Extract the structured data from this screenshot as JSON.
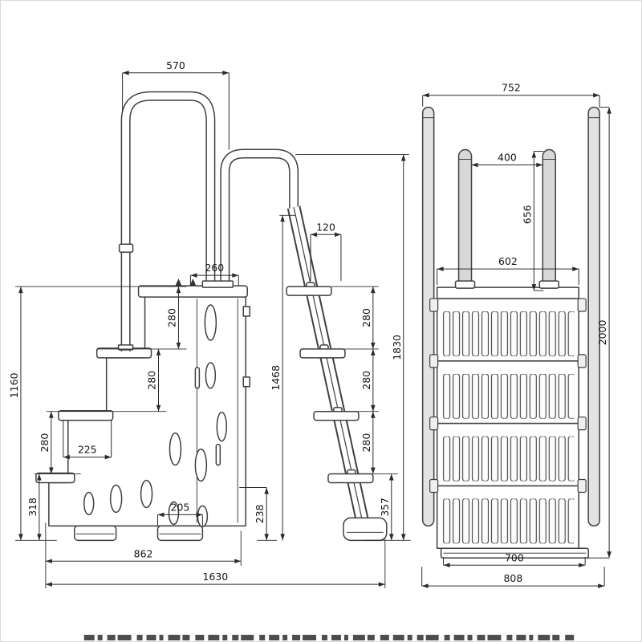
{
  "drawing": {
    "kind": "pool-step-ladder dimension drawing",
    "views": {
      "left": "side profile",
      "right": "front elevation"
    }
  },
  "colors": {
    "line": "#3f3f3f",
    "dimension": "#1f1f1f",
    "post_fill": "#e3e3e3"
  },
  "dimensions": {
    "side_view": {
      "rail_arch_width": "570",
      "rung_depth": "120",
      "platform_depth": "260",
      "rise_1": "280",
      "rise_2": "280",
      "rise_3": "280",
      "rung_spacing_1": "280",
      "rung_spacing_2": "280",
      "rung_spacing_3": "280",
      "step_assembly_height": "1160",
      "rail_mount_height": "1468",
      "overall_height": "1830",
      "lower_tread_depth": "225",
      "base_rise": "318",
      "foot_pad_length": "205",
      "panel_bottom_clearance": "238",
      "bottom_rung_height": "357",
      "step_base_depth": "862",
      "overall_depth": "1630"
    },
    "front_view": {
      "outer_rail_width": "752",
      "handrail_spacing": "400",
      "handrail_height": "656",
      "panel_width": "602",
      "overall_height": "2000",
      "base_width": "700",
      "overall_width": "808"
    }
  }
}
